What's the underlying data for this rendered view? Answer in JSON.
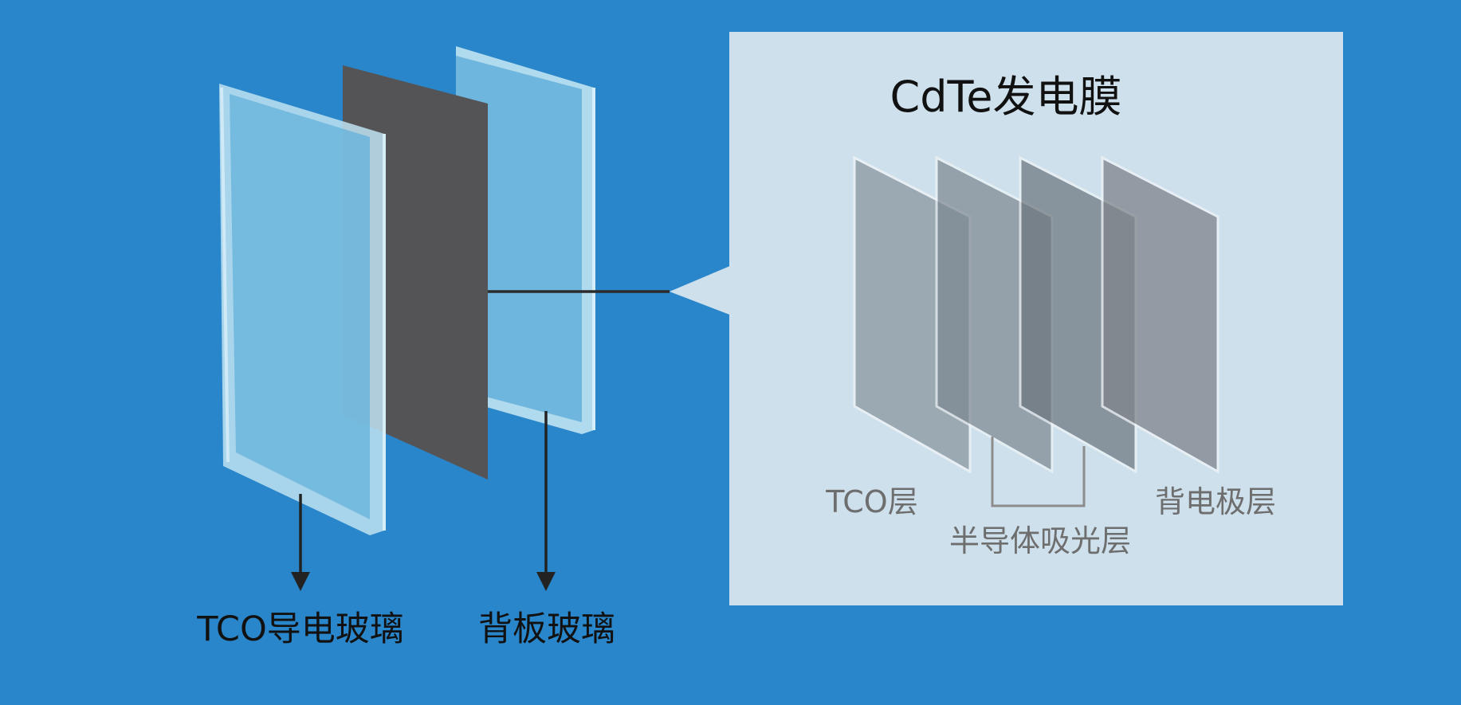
{
  "colors": {
    "background": "#2A86CA",
    "tco_glass_fill": "#69B3DC",
    "tco_glass_edge": "#BFE3F2",
    "back_glass_fill": "#69B3DC",
    "cdte_film_fill": "#545457",
    "inset_panel": "#CDE0EC",
    "film_layers": "#8E9AA4",
    "dark_text": "#111111",
    "label_gray": "#6E6E6E",
    "connector": "#2B2B2B",
    "arrow": "#222222"
  },
  "left_diagram": {
    "labels": {
      "tco_glass": "TCO导电玻璃",
      "back_glass": "背板玻璃"
    }
  },
  "inset": {
    "title": "CdTe发电膜",
    "labels": {
      "tco_layer": "TCO层",
      "semiconductor_layer": "半导体吸光层",
      "back_electrode_layer": "背电极层"
    }
  }
}
